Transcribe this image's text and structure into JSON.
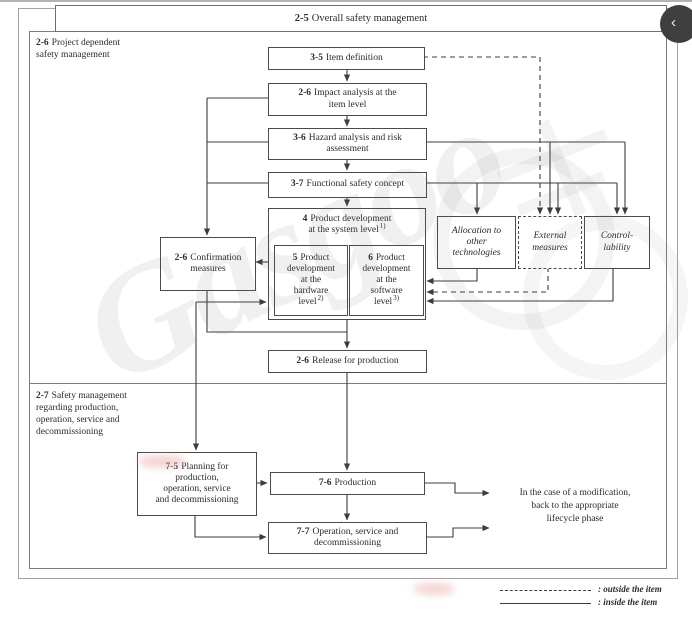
{
  "page": {
    "back_glyph": "‹"
  },
  "watermark": {
    "text": "Gasgoo"
  },
  "title": {
    "num": "2-5",
    "label": "Overall safety management"
  },
  "sections": {
    "project": {
      "num": "2-6",
      "label": "Project dependent\nsafety management"
    },
    "operations": {
      "num": "2-7",
      "label": "Safety management\nregarding production,\noperation, service and\ndecommissioning"
    }
  },
  "boxes": {
    "item_def": {
      "num": "3-5",
      "label": "Item definition"
    },
    "impact": {
      "num": "2-6",
      "label": "Impact analysis at the\nitem level"
    },
    "hazard": {
      "num": "3-6",
      "label": "Hazard analysis and risk\nassessment"
    },
    "concept": {
      "num": "3-7",
      "label": "Functional safety concept"
    },
    "system_dev": {
      "num": "4",
      "label": "Product development\nat the system level",
      "sup": "1)"
    },
    "hardware_dev": {
      "num": "5",
      "label": "Product\ndevelopment\nat the\nhardware\nlevel",
      "sup": "2)"
    },
    "software_dev": {
      "num": "6",
      "label": "Product\ndevelopment\nat the\nsoftware\nlevel",
      "sup": "3)"
    },
    "confirmation": {
      "num": "2-6",
      "label": "Confirmation\nmeasures"
    },
    "allocation": {
      "label": "Allocation to\nother\ntechnologies"
    },
    "external": {
      "label": "External\nmeasures"
    },
    "controllability": {
      "label": "Control-\nlability"
    },
    "release": {
      "num": "2-6",
      "label": "Release for production"
    },
    "planning": {
      "num": "7-5",
      "label": "Planning for\nproduction,\noperation, service\nand decommissioning"
    },
    "production": {
      "num": "7-6",
      "label": "Production"
    },
    "operation": {
      "num": "7-7",
      "label": "Operation, service and\ndecommissioning"
    }
  },
  "note": {
    "modification": "In the case of a modification,\nback to the appropriate\nlifecycle phase"
  },
  "legend": {
    "outside": ": outside the item",
    "inside": ": inside the item"
  }
}
